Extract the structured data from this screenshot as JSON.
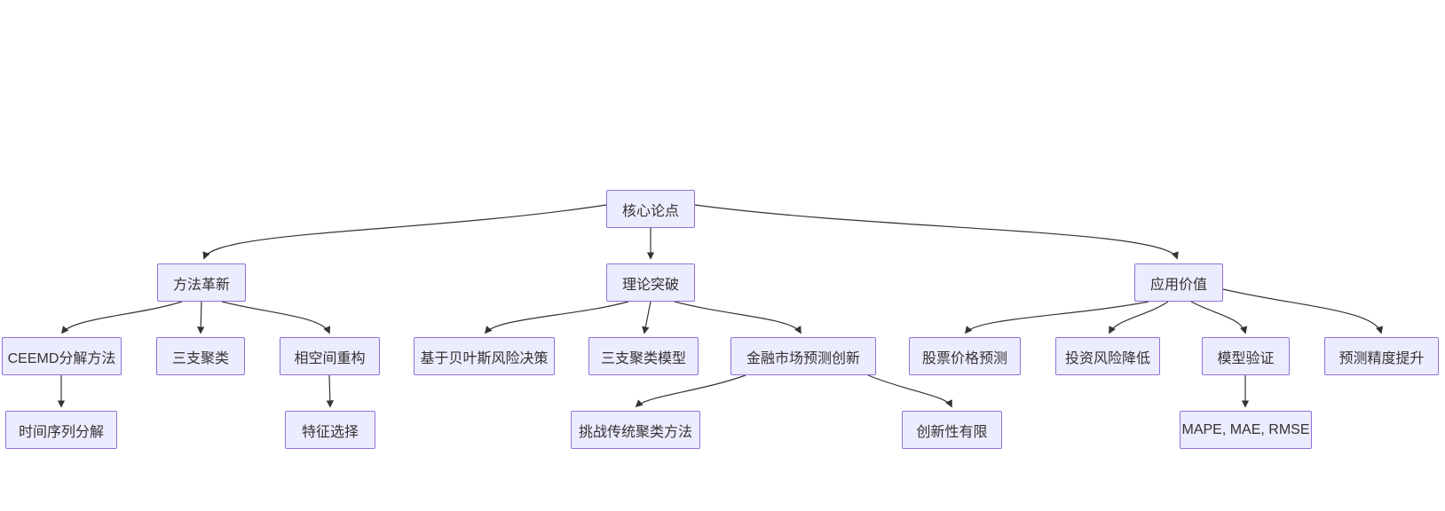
{
  "diagram": {
    "type": "flowchart-top-down",
    "background": "#ffffff",
    "node_fill": "#ececff",
    "node_border": "#9370db",
    "text_color": "#333333",
    "edge_color": "#333333",
    "nodes": [
      {
        "id": "core",
        "label": "核心论点"
      },
      {
        "id": "method",
        "label": "方法革新"
      },
      {
        "id": "theory",
        "label": "理论突破"
      },
      {
        "id": "application",
        "label": "应用价值"
      },
      {
        "id": "ceemd",
        "label": "CEEMD分解方法"
      },
      {
        "id": "threeway",
        "label": "三支聚类"
      },
      {
        "id": "phase",
        "label": "相空间重构"
      },
      {
        "id": "bayes",
        "label": "基于贝叶斯风险决策"
      },
      {
        "id": "threewaymodel",
        "label": "三支聚类模型"
      },
      {
        "id": "finance",
        "label": "金融市场预测创新"
      },
      {
        "id": "stock",
        "label": "股票价格预测"
      },
      {
        "id": "risk",
        "label": "投资风险降低"
      },
      {
        "id": "validation",
        "label": "模型验证"
      },
      {
        "id": "precision",
        "label": "预测精度提升"
      },
      {
        "id": "decompose",
        "label": "时间序列分解"
      },
      {
        "id": "feature",
        "label": "特征选择"
      },
      {
        "id": "challenge",
        "label": "挑战传统聚类方法"
      },
      {
        "id": "limited",
        "label": "创新性有限"
      },
      {
        "id": "mape",
        "label": "MAPE, MAE, RMSE"
      }
    ],
    "edges": [
      {
        "from": "core",
        "to": "method"
      },
      {
        "from": "core",
        "to": "theory"
      },
      {
        "from": "core",
        "to": "application"
      },
      {
        "from": "method",
        "to": "ceemd"
      },
      {
        "from": "method",
        "to": "threeway"
      },
      {
        "from": "method",
        "to": "phase"
      },
      {
        "from": "theory",
        "to": "bayes"
      },
      {
        "from": "theory",
        "to": "threewaymodel"
      },
      {
        "from": "theory",
        "to": "finance"
      },
      {
        "from": "application",
        "to": "stock"
      },
      {
        "from": "application",
        "to": "risk"
      },
      {
        "from": "application",
        "to": "validation"
      },
      {
        "from": "application",
        "to": "precision"
      },
      {
        "from": "ceemd",
        "to": "decompose"
      },
      {
        "from": "phase",
        "to": "feature"
      },
      {
        "from": "finance",
        "to": "challenge"
      },
      {
        "from": "finance",
        "to": "limited"
      },
      {
        "from": "validation",
        "to": "mape"
      }
    ]
  }
}
